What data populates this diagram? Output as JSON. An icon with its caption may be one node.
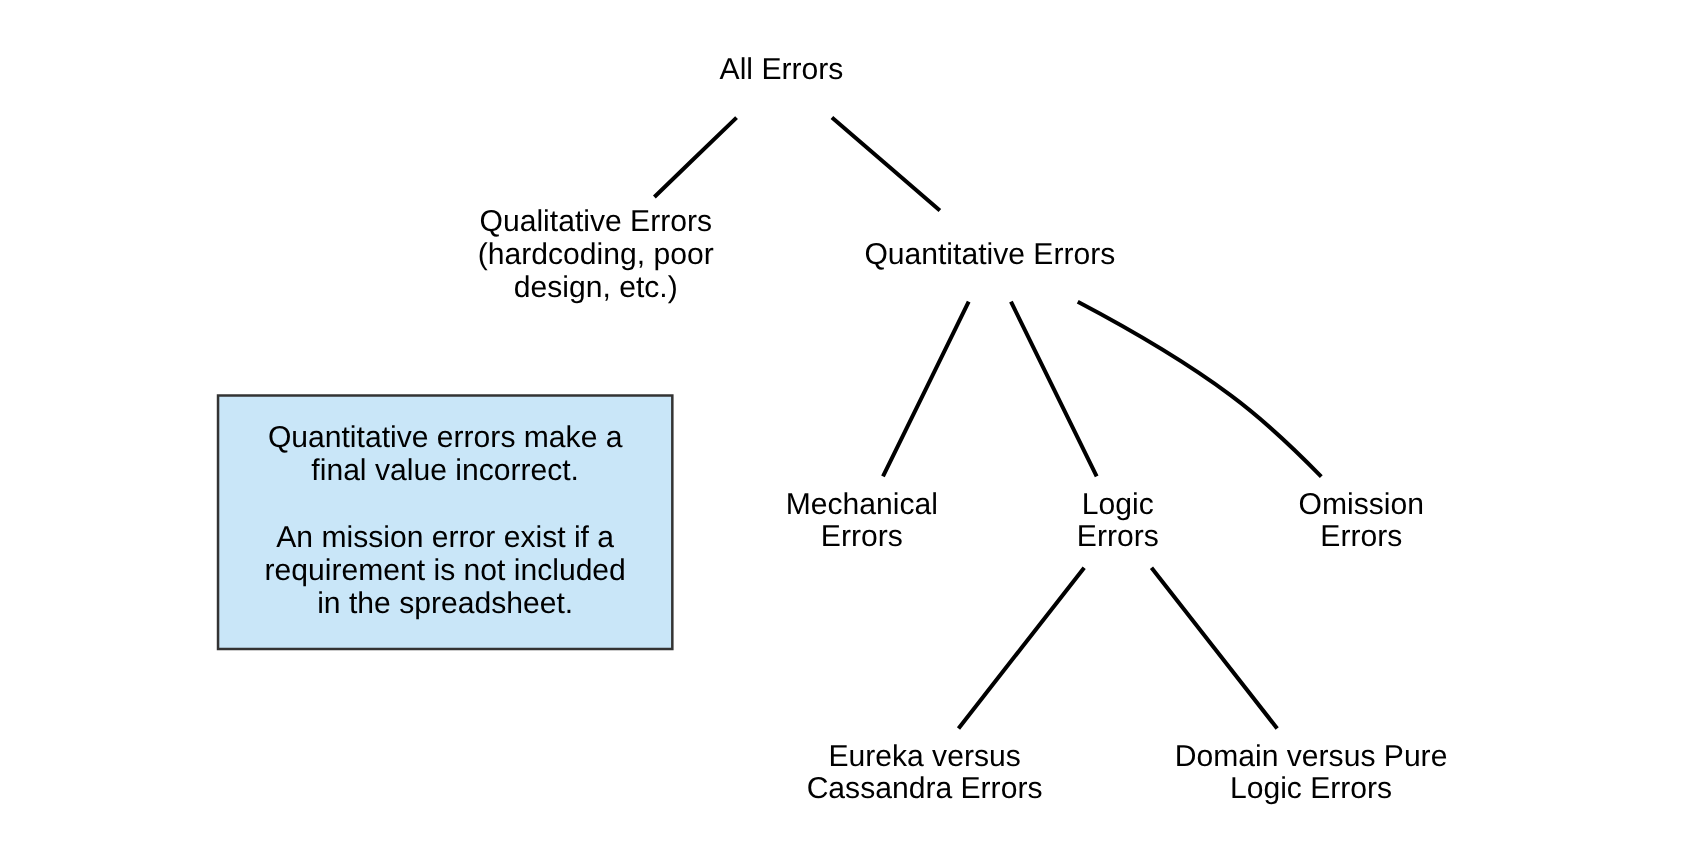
{
  "diagram": {
    "nodes": [
      {
        "text": [
          "All Errors"
        ]
      },
      {
        "text": [
          "Qualitative Errors (hardcoding, poor design, etc.)"
        ]
      },
      {
        "text": [
          "Quantitative Errors"
        ]
      },
      {
        "text": [
          "Mechanical Errors"
        ]
      },
      {
        "text": [
          "Logic Errors"
        ]
      },
      {
        "text": [
          "Omission Errors"
        ]
      },
      {
        "text": [
          "Eureka versus Cassandra Errors"
        ]
      },
      {
        "text": [
          "Domain versus Pure Logic Errors"
        ]
      },
      {
        "text": [
          "Quantitative errors make a final value incorrect.",
          "An mission error exist if a requirement is not included in the spreadsheet."
        ]
      }
    ],
    "edges": [
      {
        "from": 0,
        "to": 1,
        "arrow": "none"
      },
      {
        "from": 0,
        "to": 2,
        "arrow": "none"
      },
      {
        "from": 2,
        "to": 3,
        "arrow": "none"
      },
      {
        "from": 2,
        "to": 4,
        "arrow": "none"
      },
      {
        "from": 2,
        "to": 5,
        "arrow": "none"
      },
      {
        "from": 4,
        "to": 6,
        "arrow": "none"
      },
      {
        "from": 4,
        "to": 7,
        "arrow": "none"
      }
    ]
  }
}
